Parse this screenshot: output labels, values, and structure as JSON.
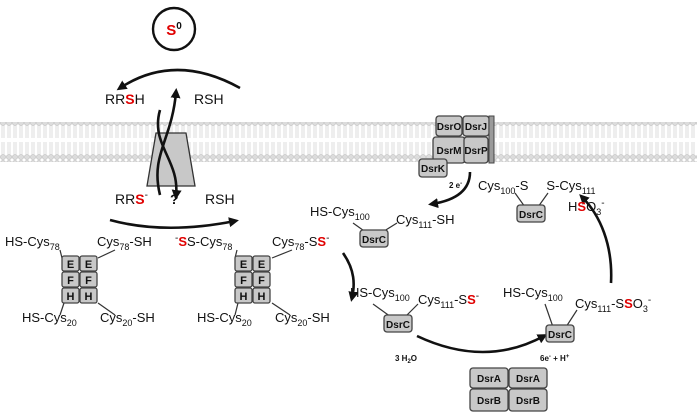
{
  "sulfur": {
    "symbol": "S",
    "superscript": "0"
  },
  "persulfide_top": {
    "r": "R",
    "s_red": "S",
    "h": "H"
  },
  "rsh_right_top": "RSH",
  "persulfide_anion": {
    "r": "R",
    "s_red": "S",
    "charge": "-"
  },
  "rsh_right_mid": "RSH",
  "question": "?",
  "dsr_complex": {
    "o": "DsrO",
    "j": "DsrJ",
    "m": "DsrM",
    "p": "DsrP",
    "k": "DsrK"
  },
  "electrons": "2 e",
  "electrons_charge": "-",
  "efh_left": {
    "e1": "E",
    "e2": "E",
    "f1": "F",
    "f2": "F",
    "h1": "H",
    "h2": "H",
    "tl_a": "HS-Cys",
    "tl_sub": "78",
    "tr_a": "Cys",
    "tr_sub": "78",
    "tr_b": "-SH",
    "bl_a": "HS-Cys",
    "bl_sub": "20",
    "br_a": "Cys",
    "br_sub": "20",
    "br_b": "-SH"
  },
  "efh_right": {
    "e1": "E",
    "e2": "E",
    "f1": "F",
    "f2": "F",
    "h1": "H",
    "h2": "H",
    "tl_charge": "-",
    "tl_s": "S",
    "tl_a": "S-Cys",
    "tl_sub": "78",
    "tr_a": "Cys",
    "tr_sub": "78",
    "tr_b": "-S",
    "tr_s": "S",
    "tr_charge": "-",
    "bl_a": "HS-Cys",
    "bl_sub": "20",
    "br_a": "Cys",
    "br_sub": "20",
    "br_b": "-SH"
  },
  "dsrc_a": {
    "label": "DsrC",
    "l_a": "HS-Cys",
    "l_sub": "100",
    "r_a": "Cys",
    "r_sub": "111",
    "r_b": "-SH"
  },
  "dsrc_b": {
    "label": "DsrC",
    "l_a": "HS-Cys",
    "l_sub": "100",
    "r_a": "Cys",
    "r_sub": "111",
    "r_b": "-S",
    "r_s": "S",
    "r_charge": "-"
  },
  "dsrc_c": {
    "label": "DsrC",
    "l_a": "HS-Cys",
    "l_sub": "100",
    "r_a": "Cys",
    "r_sub": "111",
    "r_b": "-S",
    "r_s": "S",
    "r_c": "O",
    "r_sub2": "3",
    "r_charge": "-"
  },
  "dsrc_d": {
    "label": "DsrC",
    "l_a": "Cys",
    "l_sub": "100",
    "mid": "-S",
    "r_a": "S-Cys",
    "r_sub": "111"
  },
  "sulfite": {
    "h": "H",
    "s": "S",
    "o": "O",
    "sub": "3",
    "charge": "-"
  },
  "water": {
    "a": "3 H",
    "sub": "2",
    "b": "O"
  },
  "products": {
    "a": "6e",
    "charge": "-",
    "b": " + H",
    "plus": "+"
  },
  "dsrab": {
    "a1": "DsrA",
    "a2": "DsrA",
    "b1": "DsrB",
    "b2": "DsrB"
  }
}
